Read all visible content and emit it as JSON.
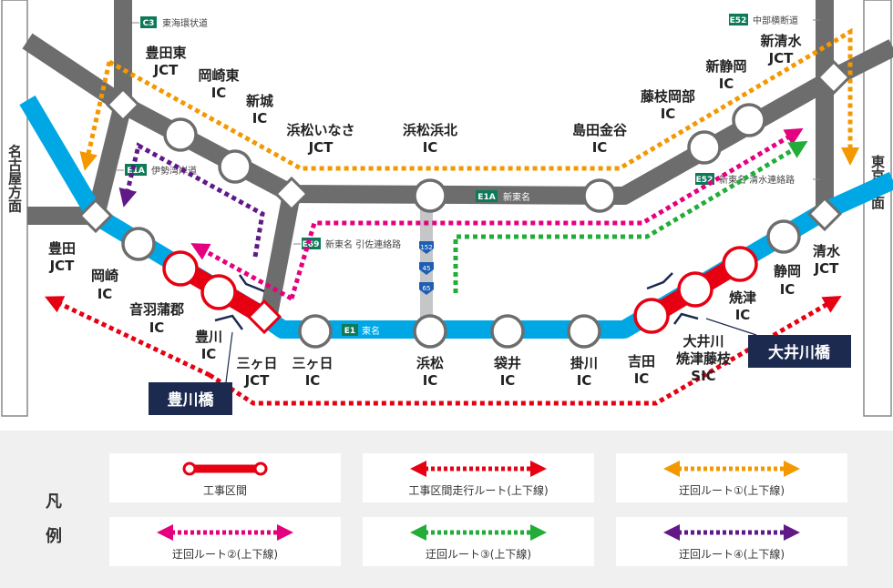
{
  "directions": {
    "left": "名古屋方面",
    "right": "東京方面"
  },
  "roads": {
    "c3": {
      "badge": "C3",
      "name": "東海環状道"
    },
    "e1a_ise": {
      "badge": "E1A",
      "name": "伊勢湾岸道"
    },
    "e69": {
      "badge": "E69",
      "name": "新東名 引佐連絡路"
    },
    "e1a": {
      "badge": "E1A",
      "name": "新東名"
    },
    "e1": {
      "badge": "E1",
      "name": "東名"
    },
    "e52_chubu": {
      "badge": "E52",
      "name": "中部横断道"
    },
    "e52_shimizu": {
      "badge": "E52",
      "name": "新東名 清水連絡路"
    },
    "national_routes": [
      "152",
      "45",
      "65"
    ]
  },
  "nodes": {
    "toyota_higashi": [
      "豊田東",
      "JCT"
    ],
    "okazaki_higashi": [
      "岡崎東",
      "IC"
    ],
    "shinshiro": [
      "新城",
      "IC"
    ],
    "inasa": [
      "浜松いなさ",
      "JCT"
    ],
    "hamakita": [
      "浜松浜北",
      "IC"
    ],
    "shimada": [
      "島田金谷",
      "IC"
    ],
    "fujieda": [
      "藤枝岡部",
      "IC"
    ],
    "shinshizuoka": [
      "新静岡",
      "IC"
    ],
    "shinshimizu": [
      "新清水",
      "JCT"
    ],
    "toyota": [
      "豊田",
      "JCT"
    ],
    "okazaki": [
      "岡崎",
      "IC"
    ],
    "otowa": [
      "音羽蒲郡",
      "IC"
    ],
    "toyokawa": [
      "豊川",
      "IC"
    ],
    "mikkabi_jct": [
      "三ヶ日",
      "JCT"
    ],
    "mikkabi_ic": [
      "三ヶ日",
      "IC"
    ],
    "hamamatsu": [
      "浜松",
      "IC"
    ],
    "fukuroi": [
      "袋井",
      "IC"
    ],
    "kakegawa": [
      "掛川",
      "IC"
    ],
    "yoshida": [
      "吉田",
      "IC"
    ],
    "oigawa": [
      "大井川",
      "焼津藤枝",
      "SIC"
    ],
    "yaizu": [
      "焼津",
      "IC"
    ],
    "shizuoka": [
      "静岡",
      "IC"
    ],
    "shimizu": [
      "清水",
      "JCT"
    ]
  },
  "bridges": {
    "toyokawa": "豊川橋",
    "oigawa": "大井川橋"
  },
  "legend": {
    "title": [
      "凡",
      "例"
    ],
    "items": [
      {
        "label": "工事区間",
        "color": "#e60012"
      },
      {
        "label": "工事区間走行ルート(上下線)",
        "color": "#e60012"
      },
      {
        "label": "迂回ルート①(上下線)",
        "color": "#f39800"
      },
      {
        "label": "迂回ルート②(上下線)",
        "color": "#e4007f"
      },
      {
        "label": "迂回ルート③(上下線)",
        "color": "#22ac38"
      },
      {
        "label": "迂回ルート④(上下線)",
        "color": "#601986"
      }
    ]
  },
  "colors": {
    "gray": "#6d6d6d",
    "blue": "#00a7e5",
    "red": "#e60012",
    "navy": "#1c2a50",
    "orange": "#f39800",
    "pink": "#e4007f",
    "green": "#22ac38",
    "purple": "#601986"
  }
}
